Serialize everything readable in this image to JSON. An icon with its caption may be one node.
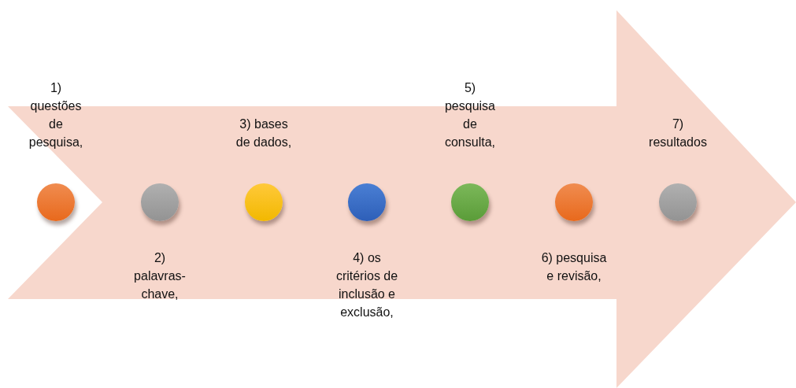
{
  "diagram": {
    "nodes": [
      {
        "text": [],
        "shape": "circle",
        "beside": [
          "1) questões de pesquisa,"
        ]
      },
      {
        "text": [],
        "shape": "circle",
        "beside": [
          "2) palavras-chave,"
        ]
      },
      {
        "text": [],
        "shape": "circle",
        "beside": [
          "3) bases de dados,"
        ]
      },
      {
        "text": [],
        "shape": "circle",
        "beside": [
          "4) os critérios de inclusão e exclusão,"
        ]
      },
      {
        "text": [],
        "shape": "circle",
        "beside": [
          "5) pesquisa de consulta,"
        ]
      },
      {
        "text": [],
        "shape": "circle",
        "beside": [
          "6) pesquisa e revisão,"
        ]
      },
      {
        "text": [],
        "shape": "circle",
        "beside": [
          "7) resultados"
        ]
      }
    ]
  }
}
